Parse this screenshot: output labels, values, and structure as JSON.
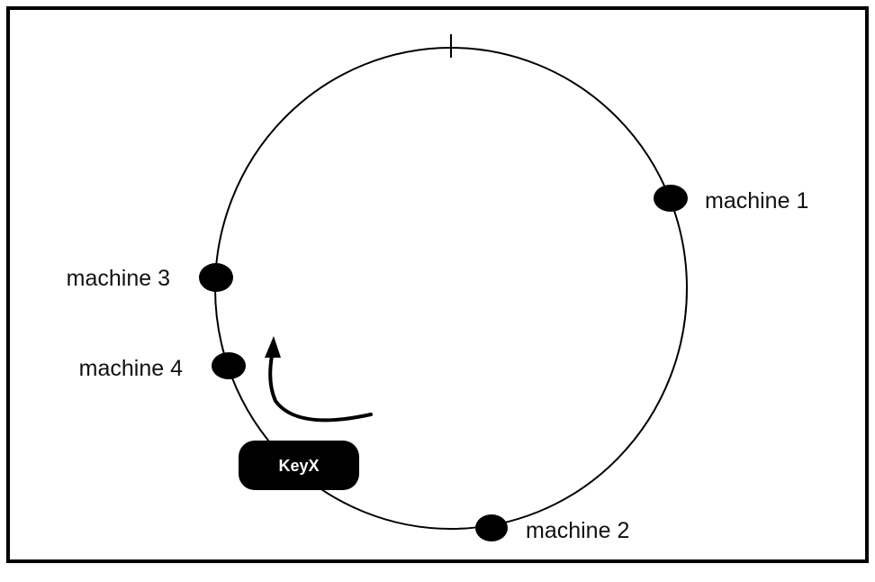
{
  "diagram": {
    "nodes": [
      {
        "id": "m1",
        "label": "machine 1"
      },
      {
        "id": "m2",
        "label": "machine 2"
      },
      {
        "id": "m3",
        "label": "machine 3"
      },
      {
        "id": "m4",
        "label": "machine 4"
      }
    ],
    "key": {
      "label": "KeyX"
    },
    "colors": {
      "border": "#000000",
      "ring": "#000000",
      "node": "#000000",
      "key_fill": "#000000",
      "key_text": "#ffffff",
      "label_text": "#111111"
    }
  }
}
